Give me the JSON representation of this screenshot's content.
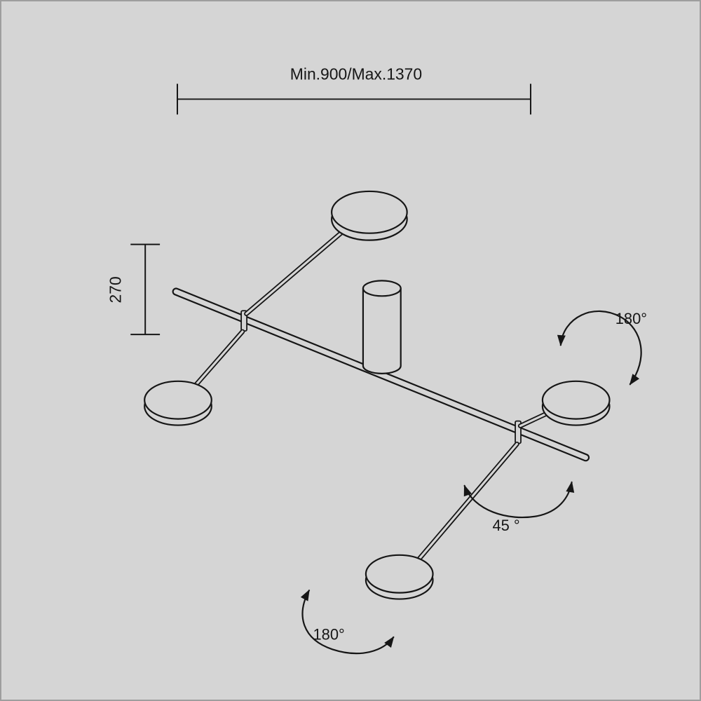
{
  "diagram": {
    "colors": {
      "background": "#d5d5d5",
      "line": "#161616",
      "border": "#9e9e9e"
    },
    "labels": {
      "width_dimension": "Min.900/Max.1370",
      "height_dimension": "270",
      "rotation_top": "180°",
      "rotation_mid": "45 °",
      "rotation_bottom": "180°"
    }
  }
}
